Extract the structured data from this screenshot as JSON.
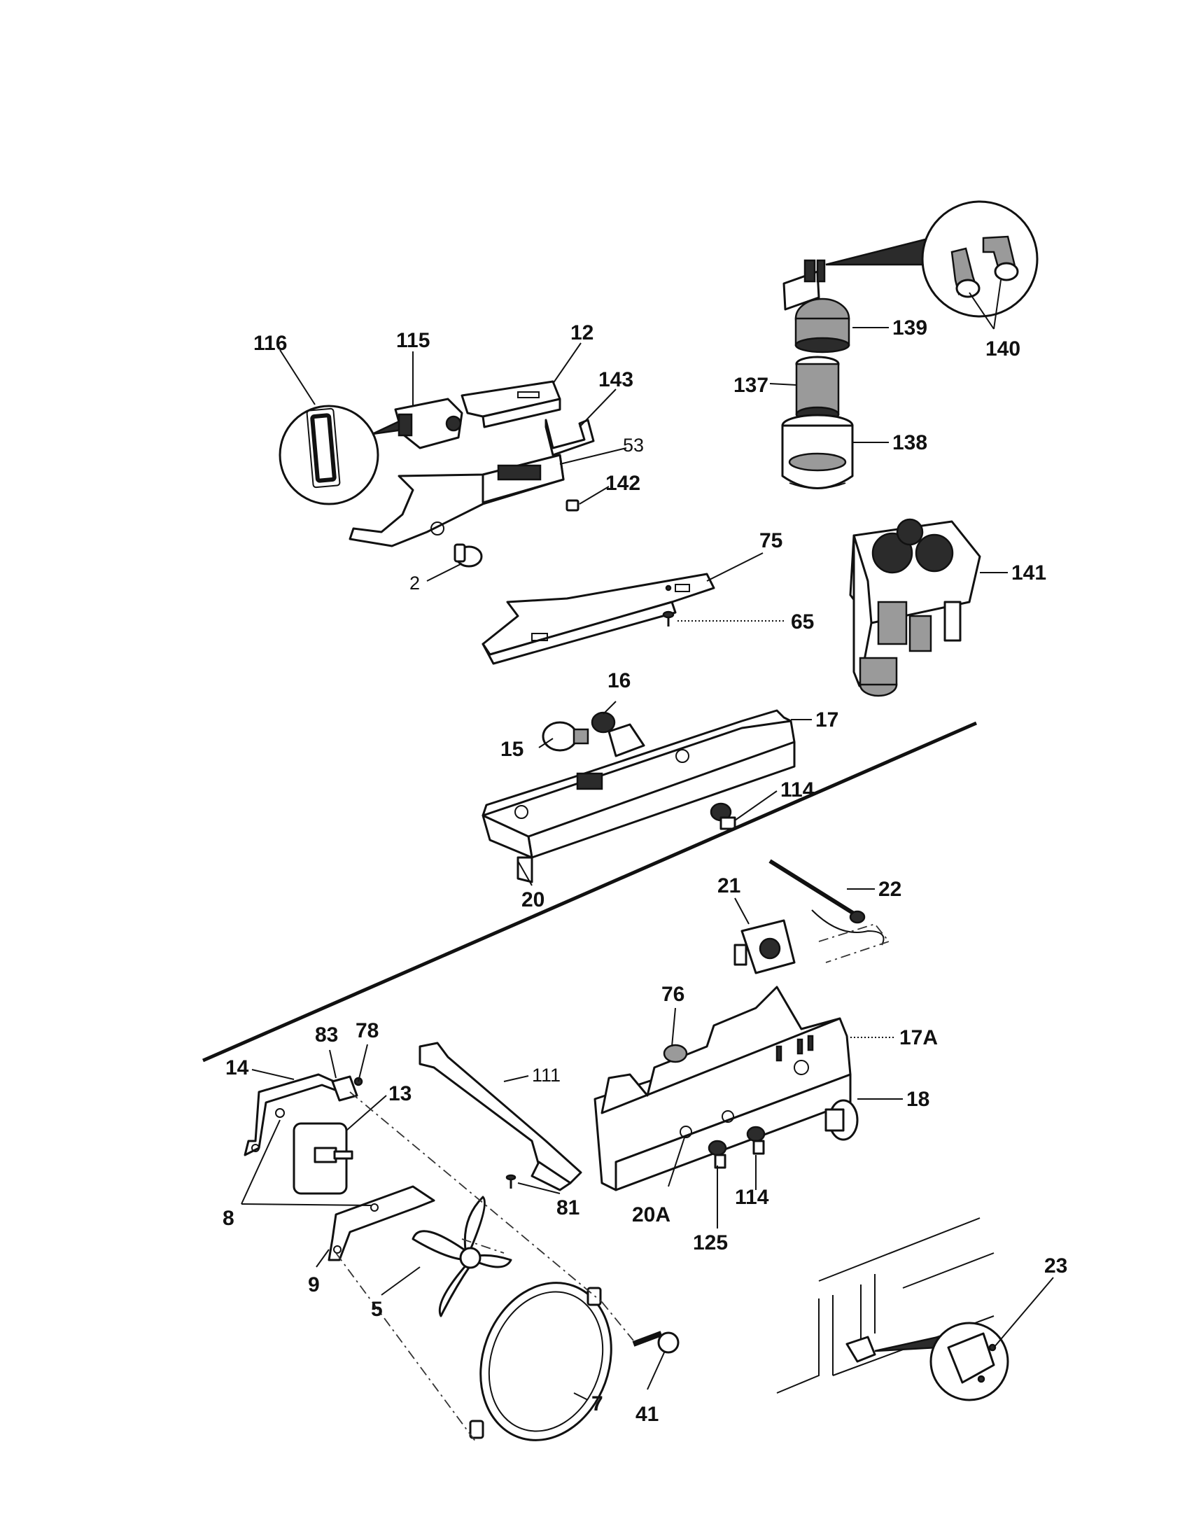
{
  "diagram": {
    "callouts": {
      "c116": "116",
      "c115": "115",
      "c12": "12",
      "c143": "143",
      "c53": "53",
      "c142": "142",
      "c2": "2",
      "c75": "75",
      "c65": "65",
      "c139": "139",
      "c140": "140",
      "c137": "137",
      "c138": "138",
      "c141": "141",
      "c16": "16",
      "c17": "17",
      "c15": "15",
      "c114a": "114",
      "c20": "20",
      "c21": "21",
      "c22": "22",
      "c76": "76",
      "c17A": "17A",
      "c18": "18",
      "c83": "83",
      "c78": "78",
      "c14": "14",
      "c13": "13",
      "c111": "111",
      "c8": "8",
      "c81": "81",
      "c20A": "20A",
      "c114b": "114",
      "c125": "125",
      "c9": "9",
      "c5": "5",
      "c7": "7",
      "c41": "41",
      "c23": "23"
    }
  }
}
